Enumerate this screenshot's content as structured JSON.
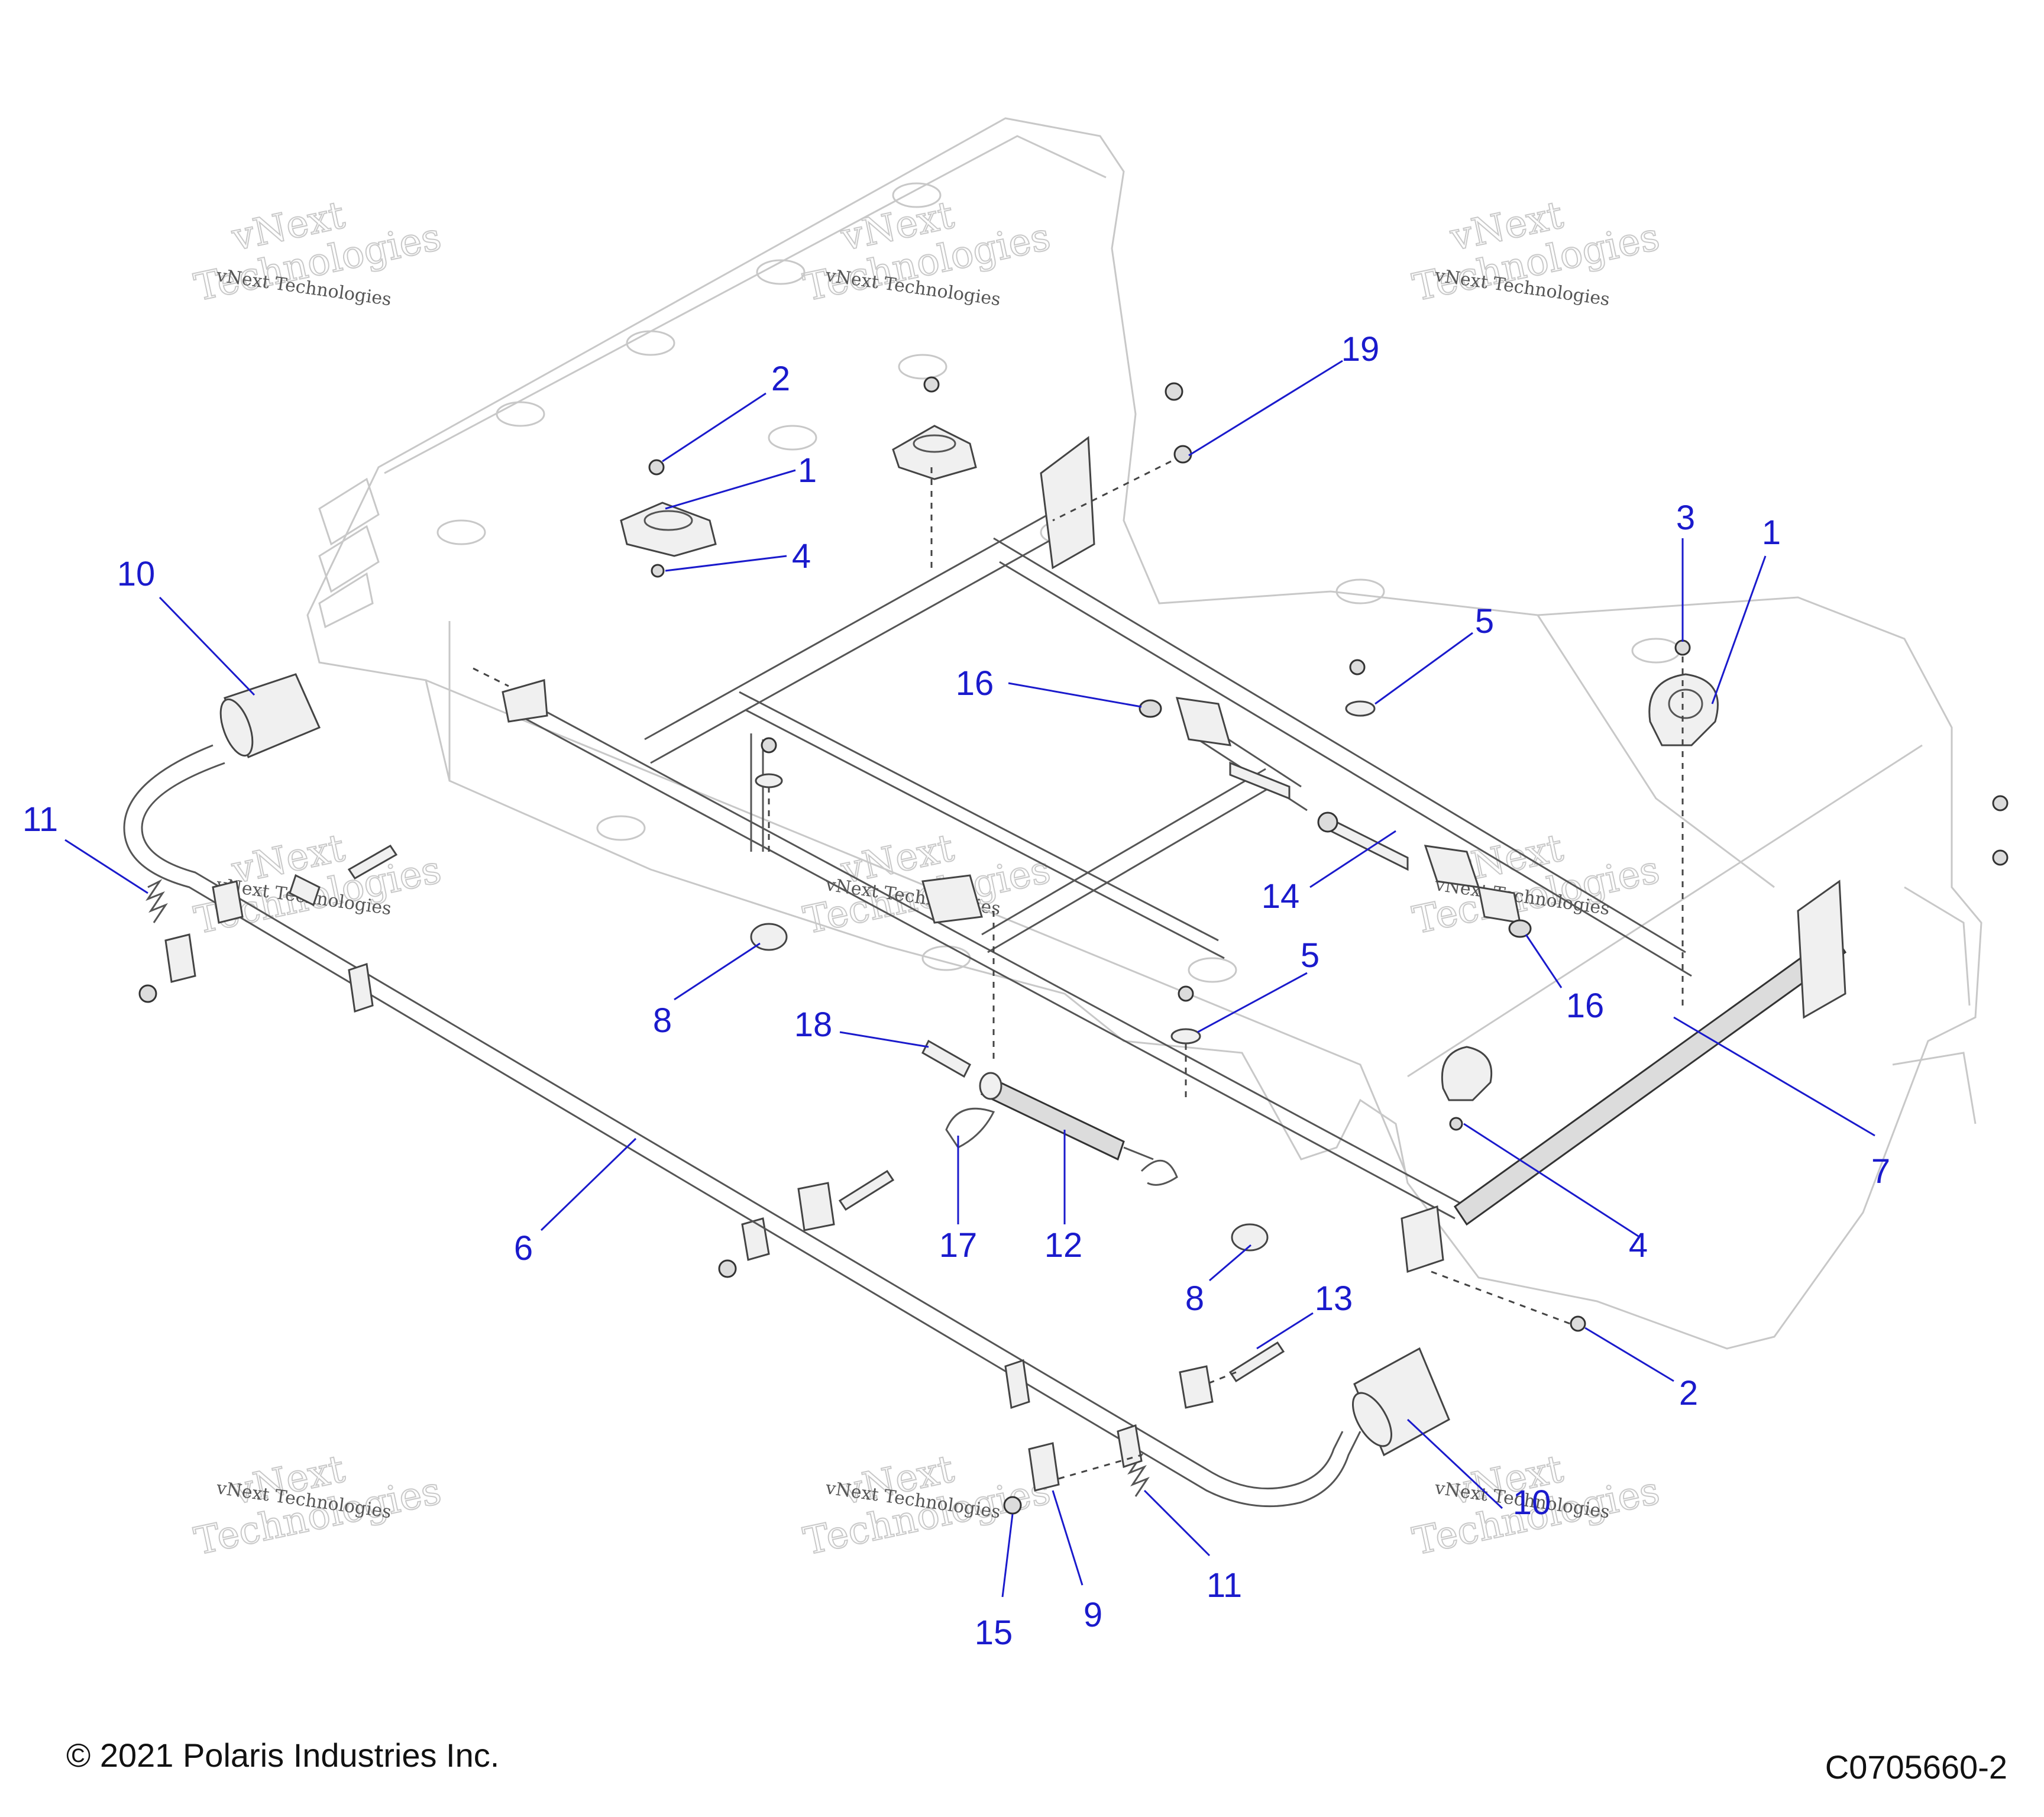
{
  "watermark": {
    "line1": "vNext",
    "line2": "Technologies",
    "small": "vNext Technologies"
  },
  "callouts": [
    {
      "id": "c2a",
      "label": "2"
    },
    {
      "id": "c1a",
      "label": "1"
    },
    {
      "id": "c4a",
      "label": "4"
    },
    {
      "id": "c19",
      "label": "19"
    },
    {
      "id": "c3",
      "label": "3"
    },
    {
      "id": "c1b",
      "label": "1"
    },
    {
      "id": "c5a",
      "label": "5"
    },
    {
      "id": "c10a",
      "label": "10"
    },
    {
      "id": "c16a",
      "label": "16"
    },
    {
      "id": "c11a",
      "label": "11"
    },
    {
      "id": "c14",
      "label": "14"
    },
    {
      "id": "c16b",
      "label": "16"
    },
    {
      "id": "c5b",
      "label": "5"
    },
    {
      "id": "c8a",
      "label": "8"
    },
    {
      "id": "c18",
      "label": "18"
    },
    {
      "id": "c7",
      "label": "7"
    },
    {
      "id": "c4b",
      "label": "4"
    },
    {
      "id": "c6",
      "label": "6"
    },
    {
      "id": "c17",
      "label": "17"
    },
    {
      "id": "c12",
      "label": "12"
    },
    {
      "id": "c8b",
      "label": "8"
    },
    {
      "id": "c13",
      "label": "13"
    },
    {
      "id": "c2b",
      "label": "2"
    },
    {
      "id": "c10b",
      "label": "10"
    },
    {
      "id": "c11b",
      "label": "11"
    },
    {
      "id": "c9",
      "label": "9"
    },
    {
      "id": "c15",
      "label": "15"
    }
  ],
  "footer": {
    "copyright": "© 2021 Polaris Industries Inc.",
    "code": "C0705660-2"
  }
}
